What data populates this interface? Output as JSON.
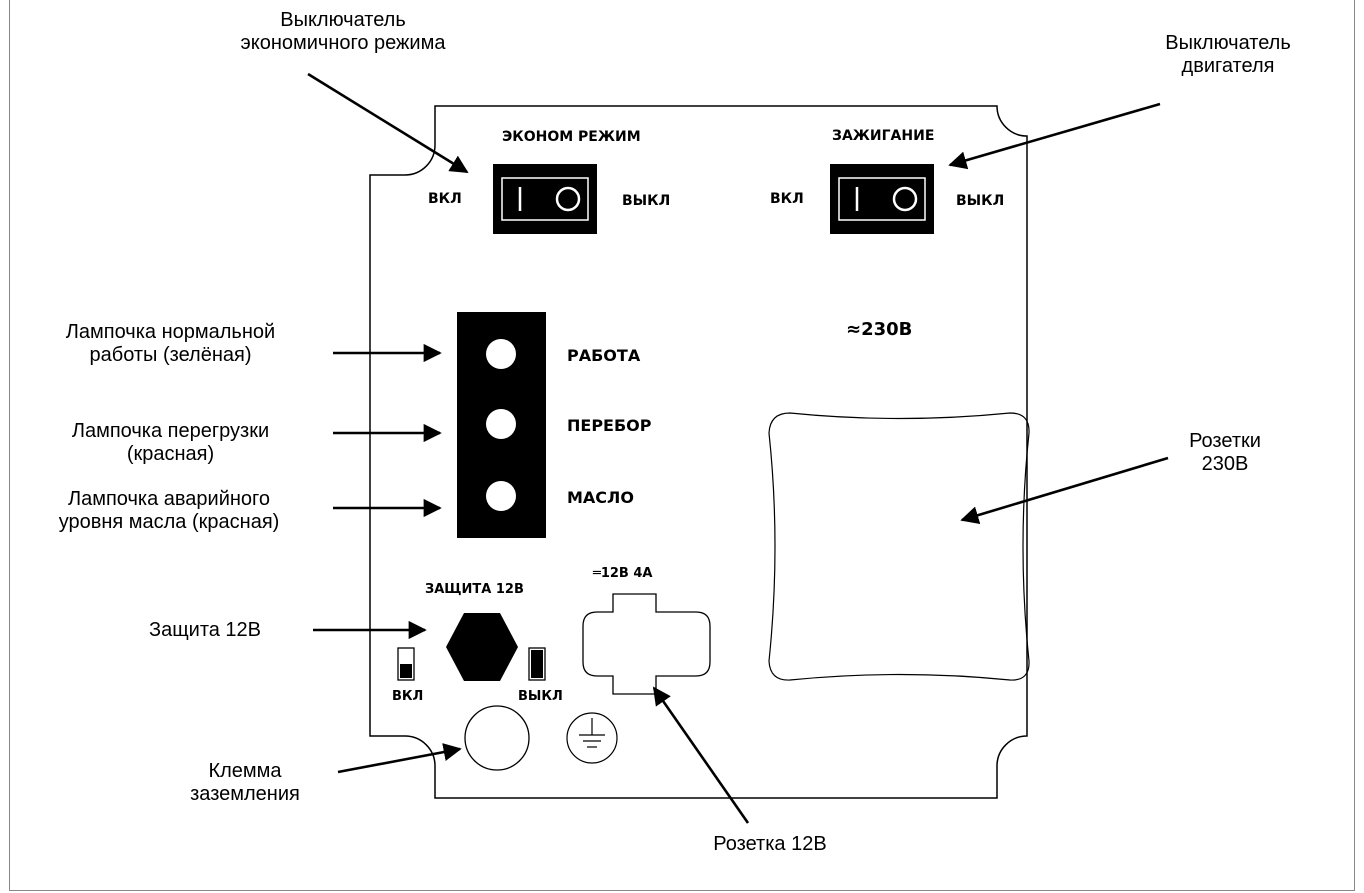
{
  "callouts": {
    "eco_switch": [
      "Выключатель",
      "экономичного режима"
    ],
    "engine_switch": [
      "Выключатель",
      "двигателя"
    ],
    "run_lamp": [
      "Лампочка нормальной",
      "работы (зелёная)"
    ],
    "overload_lamp": [
      "Лампочка перегрузки",
      "(красная)"
    ],
    "oil_lamp": [
      "Лампочка аварийного",
      "уровня масла (красная)"
    ],
    "protection_12v": "Защита 12В",
    "ground_terminal": [
      "Клемма",
      "заземления"
    ],
    "socket_12v": "Розетка 12В",
    "sockets_230v": [
      "Розетки",
      "230В"
    ]
  },
  "panel": {
    "eco_title": "ЭКОНОМ РЕЖИМ",
    "ignition_title": "ЗАЖИГАНИЕ",
    "on": "ВКЛ",
    "off": "ВЫКЛ",
    "voltage_ac": "≈230В",
    "lamps": [
      "РАБОТА",
      "ПЕРЕБОР",
      "МАСЛО"
    ],
    "protection_title": "ЗАЩИТА 12В",
    "dc_socket_title": "═12В 4А"
  },
  "colors": {
    "line": "#000000",
    "fill": "#000000",
    "background": "#ffffff"
  }
}
